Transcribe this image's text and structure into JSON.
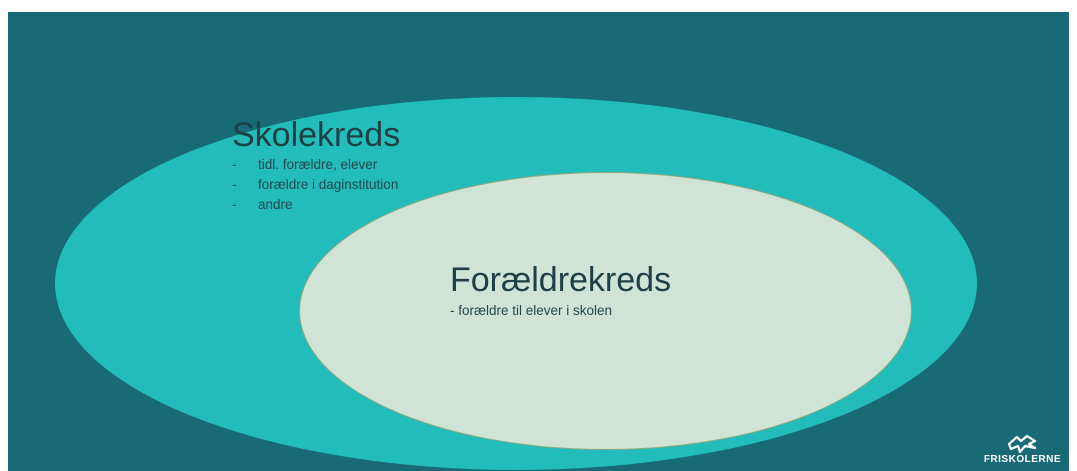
{
  "outer": {
    "title": "Skolekreds",
    "items": [
      {
        "dash": "-",
        "label": "tidl. forældre, elever"
      },
      {
        "dash": "-",
        "label": "forældre i daginstitution"
      },
      {
        "dash": "-",
        "label": "andre"
      }
    ]
  },
  "inner": {
    "title": "Forældrekreds",
    "subtitle": "- forældre til elever i skolen"
  },
  "logo": {
    "text": "FRISKOLERNE"
  },
  "colors": {
    "background": "#186b76",
    "outer_ellipse": "#22bcbb",
    "inner_ellipse": "#cfe3d6",
    "text": "#1e3f45"
  }
}
